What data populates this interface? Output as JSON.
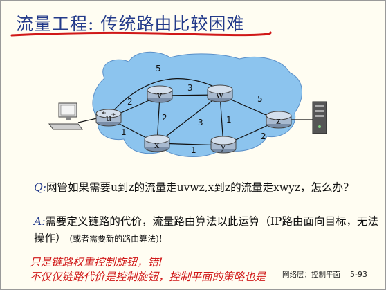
{
  "title": "流量工程: 传统路由比较困难",
  "question": {
    "label": "Q:",
    "text": "网管如果需要u到z的流量走uvwz,x到z的流量走xwyz，怎么办?"
  },
  "answer": {
    "label": "A:",
    "text": "需要定义链路的代价，流量路由算法以此运算（IP路由面向目标，无法操作）",
    "note": "(或者需要新的路由算法)!"
  },
  "red_line_1": "只是链路权重控制旋钮，错!",
  "red_line_2": "不仅仅链路代价是控制旋钮，控制平面的策略也是",
  "footer": {
    "section": "网络层：控制平面",
    "page": "5-93"
  },
  "network": {
    "nodes": [
      "u",
      "v",
      "w",
      "x",
      "y",
      "z"
    ],
    "links": [
      {
        "from": "u",
        "to": "v",
        "cost": "2"
      },
      {
        "from": "u",
        "to": "x",
        "cost": "1"
      },
      {
        "from": "u",
        "to": "w",
        "cost": "5"
      },
      {
        "from": "v",
        "to": "w",
        "cost": "3"
      },
      {
        "from": "v",
        "to": "x",
        "cost": "2"
      },
      {
        "from": "x",
        "to": "w",
        "cost": "3"
      },
      {
        "from": "x",
        "to": "y",
        "cost": "1"
      },
      {
        "from": "w",
        "to": "y",
        "cost": "1"
      },
      {
        "from": "w",
        "to": "z",
        "cost": "5"
      },
      {
        "from": "y",
        "to": "z",
        "cost": "2"
      }
    ]
  },
  "colors": {
    "cloud": "#8cc4ee",
    "title": "#233a8a",
    "red": "#d01818"
  }
}
